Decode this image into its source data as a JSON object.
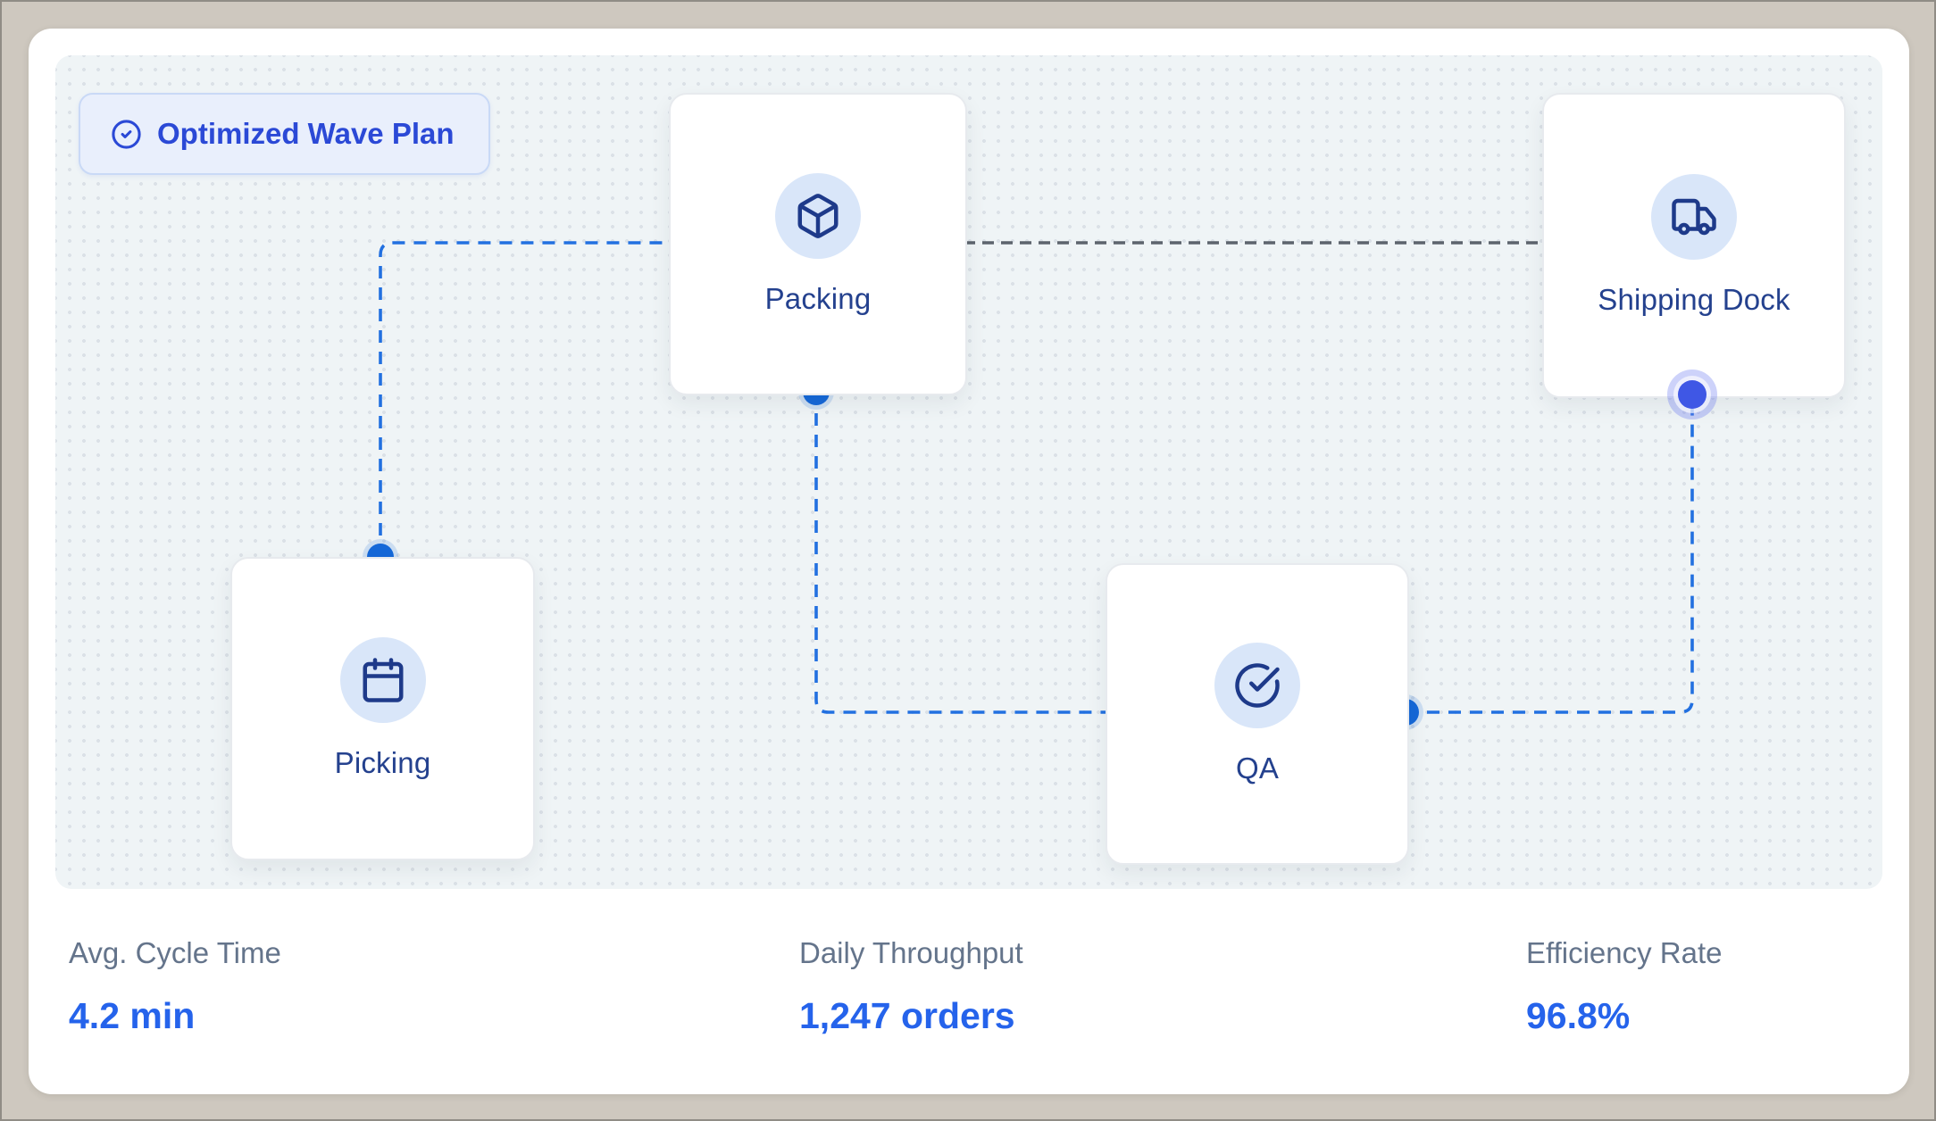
{
  "badge": {
    "label": "Optimized Wave Plan",
    "icon": "circle-check-icon"
  },
  "flow": {
    "nodes": [
      {
        "id": "packing",
        "label": "Packing",
        "icon": "box-icon"
      },
      {
        "id": "shipping-dock",
        "label": "Shipping Dock",
        "icon": "truck-icon"
      },
      {
        "id": "picking",
        "label": "Picking",
        "icon": "calendar-icon"
      },
      {
        "id": "qa",
        "label": "QA",
        "icon": "circle-check-big-icon"
      }
    ],
    "edges": [
      {
        "from": "picking",
        "to": "packing",
        "style": "dashed-blue"
      },
      {
        "from": "packing",
        "to": "shipping-dock",
        "style": "dashed-gray"
      },
      {
        "from": "packing",
        "to": "qa",
        "style": "dashed-blue"
      },
      {
        "from": "qa",
        "to": "shipping-dock",
        "style": "dashed-blue"
      }
    ]
  },
  "stats": [
    {
      "label": "Avg. Cycle Time",
      "value": "4.2 min"
    },
    {
      "label": "Daily Throughput",
      "value": "1,247 orders"
    },
    {
      "label": "Efficiency Rate",
      "value": "96.8%"
    }
  ],
  "colors": {
    "frame_beige": "#cec8bf",
    "canvas_bg": "#eff4f6",
    "edge_blue": "#2270e0",
    "edge_gray": "#5d646d",
    "handle_blue": "#1568d8",
    "handle_active": "#3f57e5",
    "node_text": "#24418e",
    "chip_text": "#2b49d6",
    "stat_label": "#64748b",
    "stat_value": "#2563eb"
  }
}
